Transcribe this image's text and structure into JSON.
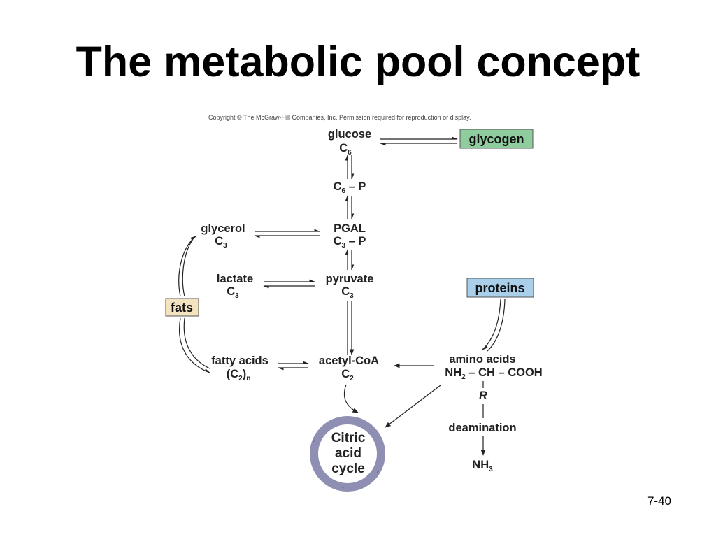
{
  "slide": {
    "title": "The metabolic pool concept",
    "copyright": "Copyright © The McGraw-Hill Companies, Inc. Permission required for reproduction or display.",
    "page_number": "7-40"
  },
  "diagram": {
    "glucose": {
      "name": "glucose",
      "formula": "C",
      "sub": "6"
    },
    "glycogen": {
      "name": "glycogen",
      "fill": "#8fcc9e"
    },
    "c6p": {
      "pre": "C",
      "sub": "6",
      "post": " – P"
    },
    "pgal": {
      "name": "PGAL",
      "pre": "C",
      "sub": "3",
      "post": " – P"
    },
    "glycerol": {
      "name": "glycerol",
      "formula": "C",
      "sub": "3"
    },
    "lactate": {
      "name": "lactate",
      "formula": "C",
      "sub": "3"
    },
    "pyruvate": {
      "name": "pyruvate",
      "formula": "C",
      "sub": "3"
    },
    "fats": {
      "name": "fats",
      "fill": "#f3e3bf"
    },
    "proteins": {
      "name": "proteins",
      "fill": "#a9cfea"
    },
    "fatty_acids": {
      "name": "fatty acids",
      "pre": "(C",
      "sub": "2",
      "mid": ")",
      "sub2": "n"
    },
    "acetyl_coa": {
      "name": "acetyl-CoA",
      "formula": "C",
      "sub": "2"
    },
    "amino_acids": {
      "name": "amino acids",
      "pre": "NH",
      "sub": "2",
      "post": " – CH – COOH",
      "r_group": "R"
    },
    "deamination": {
      "name": "deamination"
    },
    "nh3": {
      "pre": "NH",
      "sub": "3"
    },
    "citric_cycle": {
      "line1": "Citric",
      "line2": "acid",
      "line3": "cycle",
      "ring_color": "#8f8fb3",
      "arrow_color": "#6e6e96"
    }
  }
}
